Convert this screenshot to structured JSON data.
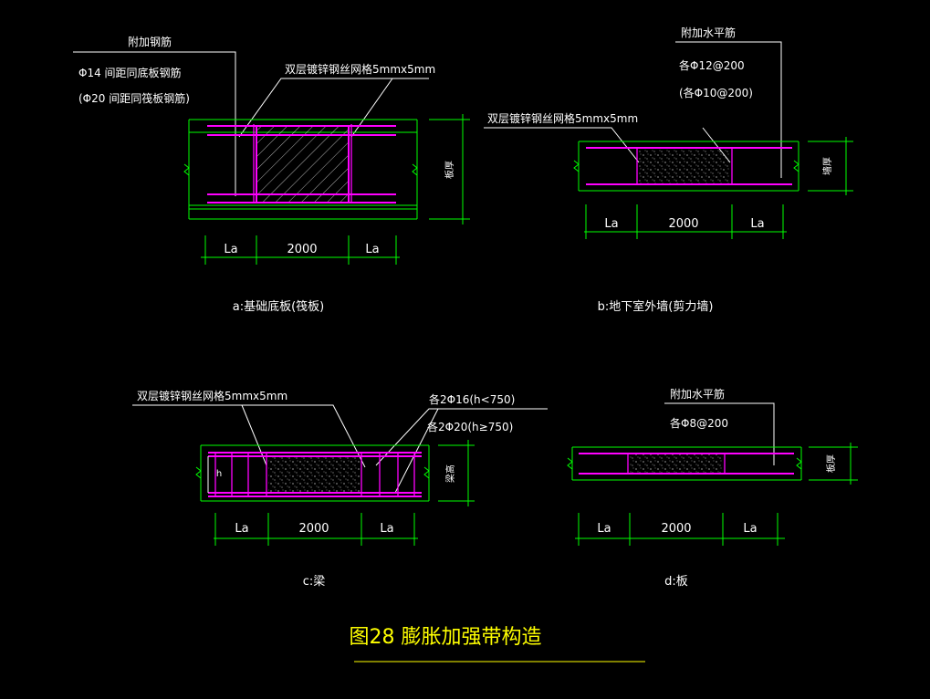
{
  "diagram_a": {
    "label_bar": "附加钢筋",
    "label_spacing1": "Φ14 间距同底板钢筋",
    "label_spacing2": "(Φ20 间距同筏板钢筋)",
    "label_mesh": "双层镀锌钢丝网格5mmx5mm",
    "label_thickness": "板厚",
    "dim_left": "La",
    "dim_mid": "2000",
    "dim_right": "La",
    "caption": "a:基础底板(筏板)"
  },
  "diagram_b": {
    "label_bar": "附加水平筋",
    "label_spec1": "各Φ12@200",
    "label_spec2": "(各Φ10@200)",
    "label_mesh": "双层镀锌钢丝网格5mmx5mm",
    "label_thickness": "墙厚",
    "dim_left": "La",
    "dim_mid": "2000",
    "dim_right": "La",
    "caption": "b:地下室外墙(剪力墙)"
  },
  "diagram_c": {
    "label_mesh": "双层镀锌钢丝网格5mmx5mm",
    "label_spec1": "各2Φ16(h<750)",
    "label_spec2": "各2Φ20(h≥750)",
    "label_h": "h",
    "label_thickness": "梁高",
    "dim_left": "La",
    "dim_mid": "2000",
    "dim_right": "La",
    "caption": "c:梁"
  },
  "diagram_d": {
    "label_bar": "附加水平筋",
    "label_spec": "各Φ8@200",
    "label_thickness": "板厚",
    "dim_left": "La",
    "dim_mid": "2000",
    "dim_right": "La",
    "caption": "d:板"
  },
  "figure_title": "图28  膨胀加强带构造"
}
